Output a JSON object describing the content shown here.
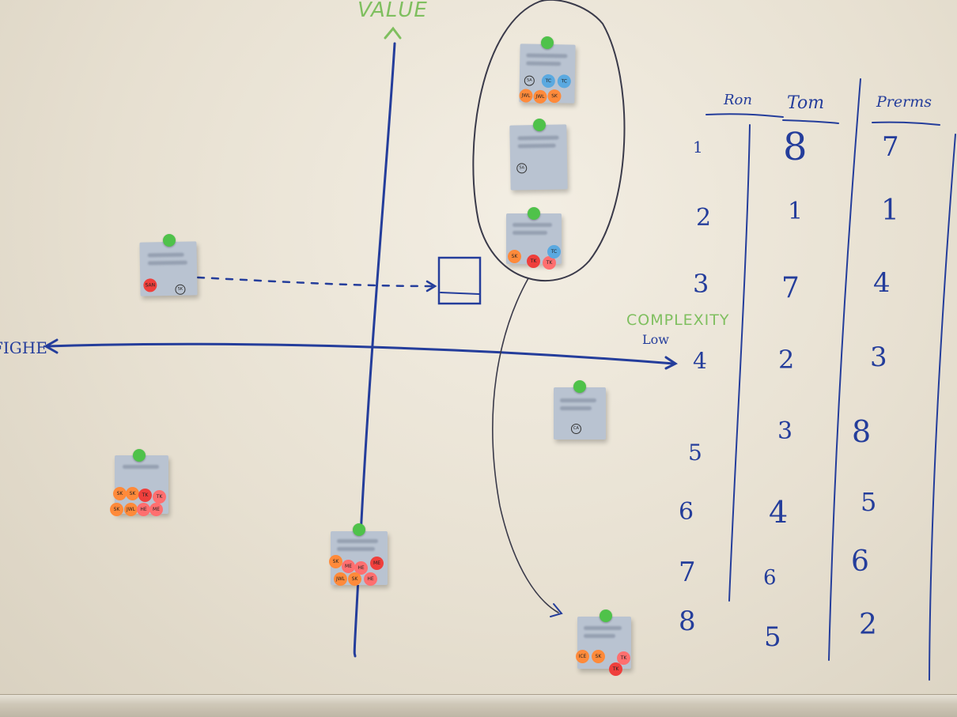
{
  "axes": {
    "value_label": "VALUE",
    "value_caret": "^",
    "left_fragment": "FIGHE",
    "complexity_label": "COMPLEXITY",
    "complexity_sub": "Low"
  },
  "table": {
    "headers": [
      "Ron",
      "Tom",
      "Prerms"
    ],
    "rows": [
      [
        "1",
        "8",
        "7"
      ],
      [
        "2",
        "1",
        "1"
      ],
      [
        "3",
        "7",
        "4"
      ],
      [
        "4",
        "2",
        "3"
      ],
      [
        "5",
        "3",
        "8"
      ],
      [
        "6",
        "4",
        "5"
      ],
      [
        "7",
        "6",
        "6"
      ],
      [
        "8",
        "5",
        "2"
      ]
    ]
  },
  "colors": {
    "ink_blue": "#243d9b",
    "green_marker": "#7fbf5f",
    "note_blue": "#b9c3d1",
    "pin_green": "#4fc24a",
    "dot_orange": "#ff8a3a",
    "dot_red": "#ef3f3c",
    "dot_pink": "#ff6f6f",
    "dot_blue": "#5aa9e0"
  },
  "dots": {
    "top": [
      "JWL",
      "JWL",
      "SK",
      "TC",
      "TC"
    ],
    "third": [
      "SK",
      "TK",
      "TK",
      "TC"
    ],
    "left_note": [
      "SAN"
    ],
    "bottom_left": [
      "SK",
      "SK",
      "TK",
      "TK",
      "SK",
      "JWL",
      "HE",
      "ME"
    ],
    "bottom_center": [
      "SK",
      "ME",
      "HE",
      "ME",
      "JWL",
      "SK",
      "HE"
    ],
    "bottom_right": [
      "ICE",
      "SK",
      "TK",
      "TK"
    ]
  },
  "markers": {
    "top": "SA",
    "second": "SA",
    "left": "SK",
    "middle_right": "CA"
  }
}
